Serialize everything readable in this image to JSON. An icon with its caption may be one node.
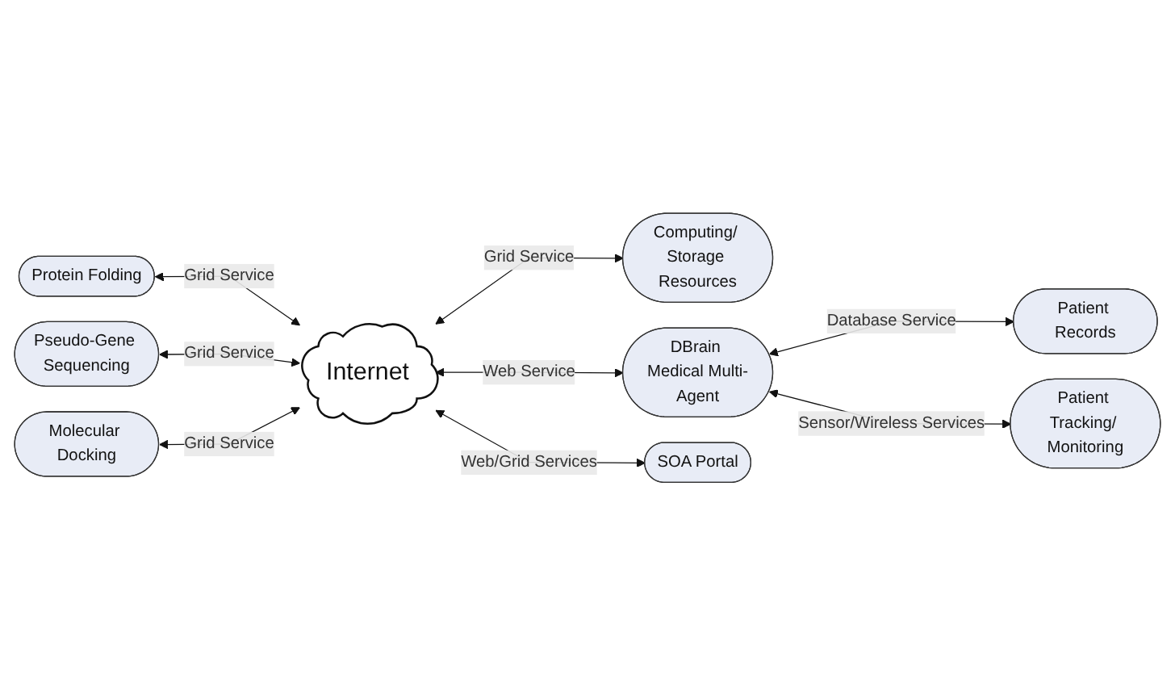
{
  "diagram": {
    "nodes": [
      {
        "text": [
          "Protein Folding"
        ]
      },
      {
        "text": [
          "Pseudo-Gene Sequencing"
        ]
      },
      {
        "text": [
          "Molecular Docking"
        ]
      },
      {
        "text": [
          "Internet"
        ]
      },
      {
        "text": [
          "Computing/ Storage Resources"
        ]
      },
      {
        "text": [
          "Patient Records"
        ]
      },
      {
        "text": [
          "DBrain Medical Multi-Agent"
        ]
      },
      {
        "text": [
          "SOA Portal"
        ]
      },
      {
        "text": [
          "Patient Tracking/ Monitoring"
        ]
      }
    ],
    "edges": [
      {
        "from": 0,
        "to": 3,
        "arrow": "both",
        "label": "Grid Service"
      },
      {
        "from": 1,
        "to": 3,
        "arrow": "both",
        "label": "Grid Service"
      },
      {
        "from": 2,
        "to": 3,
        "arrow": "both",
        "label": "Grid Service"
      },
      {
        "from": 3,
        "to": 4,
        "arrow": "both",
        "label": "Grid Service"
      },
      {
        "from": 3,
        "to": 7,
        "arrow": "both",
        "label": "Web/Grid Services"
      },
      {
        "from": 3,
        "to": 6,
        "arrow": "both",
        "label": "Web Service"
      },
      {
        "from": 6,
        "to": 5,
        "arrow": "both",
        "label": "Database Service"
      },
      {
        "from": 6,
        "to": 8,
        "arrow": "both",
        "label": "Sensor/Wireless Services"
      }
    ]
  }
}
